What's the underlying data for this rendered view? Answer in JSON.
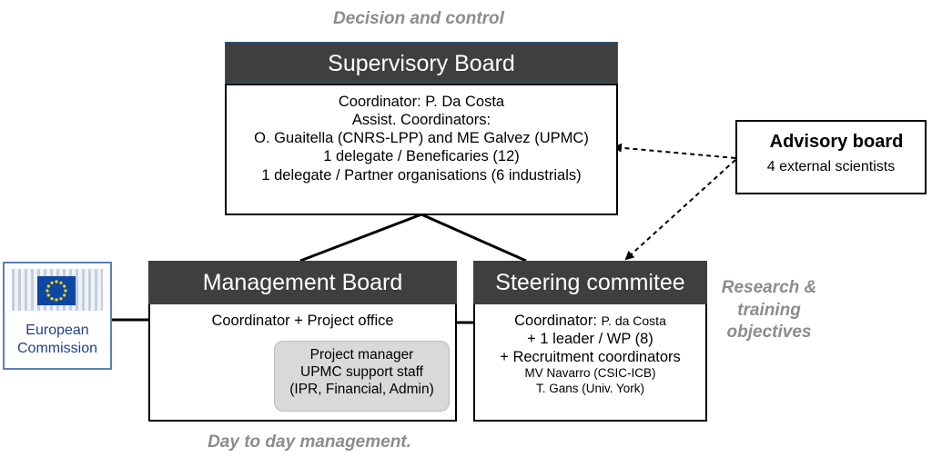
{
  "captions": {
    "top": "Decision and control",
    "bottom": "Day to day management.",
    "right": [
      "Research &",
      "training",
      "objectives"
    ]
  },
  "supervisory_board": {
    "title": "Supervisory Board",
    "lines": [
      "Coordinator: P. Da Costa",
      "Assist. Coordinators:",
      "O. Guaitella (CNRS-LPP) and ME Galvez (UPMC)",
      "1 delegate / Beneficaries (12)",
      "1 delegate / Partner organisations (6 industrials)"
    ]
  },
  "advisory_board": {
    "title": "Advisory board",
    "subtitle": "4 external scientists"
  },
  "management_board": {
    "title": "Management Board",
    "line": "Coordinator + Project office",
    "inner_box": [
      "Project manager",
      "UPMC support staff",
      "(IPR, Financial, Admin)"
    ]
  },
  "steering_committee": {
    "title": "Steering commitee",
    "lines": [
      {
        "prefix": "Coordinator: ",
        "small": "P. da Costa"
      },
      {
        "text": "+ 1 leader / WP (8)"
      },
      {
        "text": "+ Recruitment coordinators"
      },
      {
        "small_only": "MV Navarro (CSIC-ICB)"
      },
      {
        "small_only": "T. Gans (Univ. York)"
      }
    ]
  },
  "eu_logo": {
    "label_line1": "European",
    "label_line2": "Commission",
    "colors": {
      "flag": "#0e47a1",
      "stars": "#ffdd00",
      "text": "#1f3f8f",
      "border": "#5b7fb8"
    }
  },
  "colors": {
    "header_bg": "#3f3f3f",
    "caption": "#8c8c8c",
    "inner_box_bg": "#d9d9d9"
  }
}
